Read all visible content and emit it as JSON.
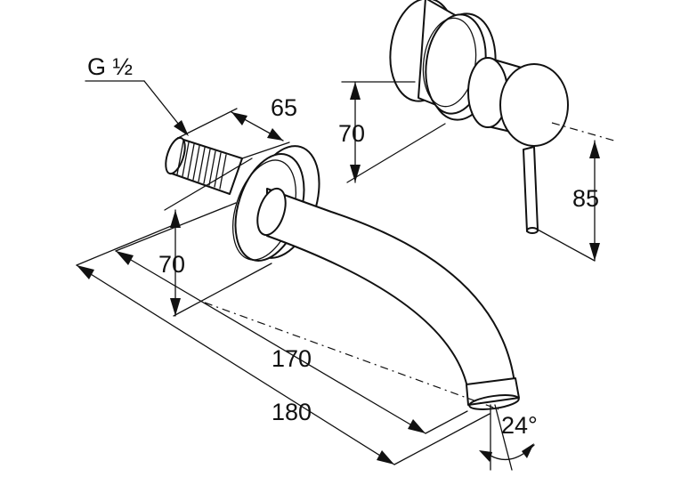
{
  "drawing": {
    "thread_label": "G ½",
    "dim_thread_length": "65",
    "dim_rosette_height": "70",
    "dim_projection_inner": "170",
    "dim_projection_outer": "180",
    "dim_spout_angle": "24°",
    "dim_mixer_rosette": "70",
    "dim_lever_height": "85"
  }
}
